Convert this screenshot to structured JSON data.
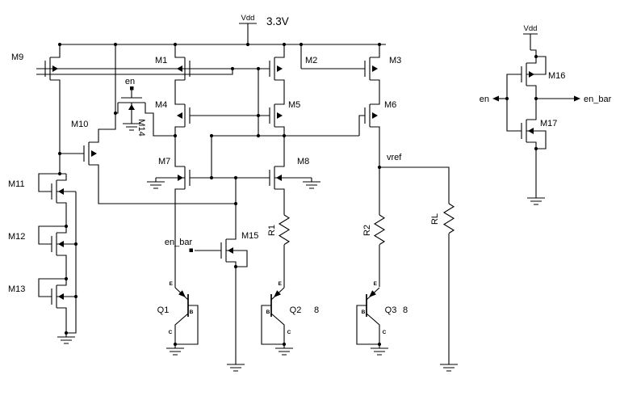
{
  "schematic": {
    "power": {
      "vdd_main": "Vdd",
      "supply_voltage": "3.3V",
      "vdd_inverter": "Vdd"
    },
    "nets": {
      "vref": "vref",
      "en_main": "en",
      "en_bar_main": "en_bar",
      "en_inverter": "en",
      "en_bar_inverter": "en_bar"
    },
    "transistors": {
      "m1": "M1",
      "m2": "M2",
      "m3": "M3",
      "m4": "M4",
      "m5": "M5",
      "m6": "M6",
      "m7": "M7",
      "m8": "M8",
      "m9": "M9",
      "m10": "M10",
      "m11": "M11",
      "m12": "M12",
      "m13": "M13",
      "m14": "M14",
      "m15": "M15",
      "m16": "M16",
      "m17": "M17"
    },
    "resistors": {
      "r1": "R1",
      "r2": "R2",
      "rl": "RL"
    },
    "bjts": {
      "q1": "Q1",
      "q2": "Q2",
      "q3": "Q3"
    },
    "bjt_multipliers": {
      "q2": "8",
      "q3": "8"
    },
    "bjt_pins": {
      "emitter": "E",
      "base": "B",
      "collector": "C"
    }
  }
}
